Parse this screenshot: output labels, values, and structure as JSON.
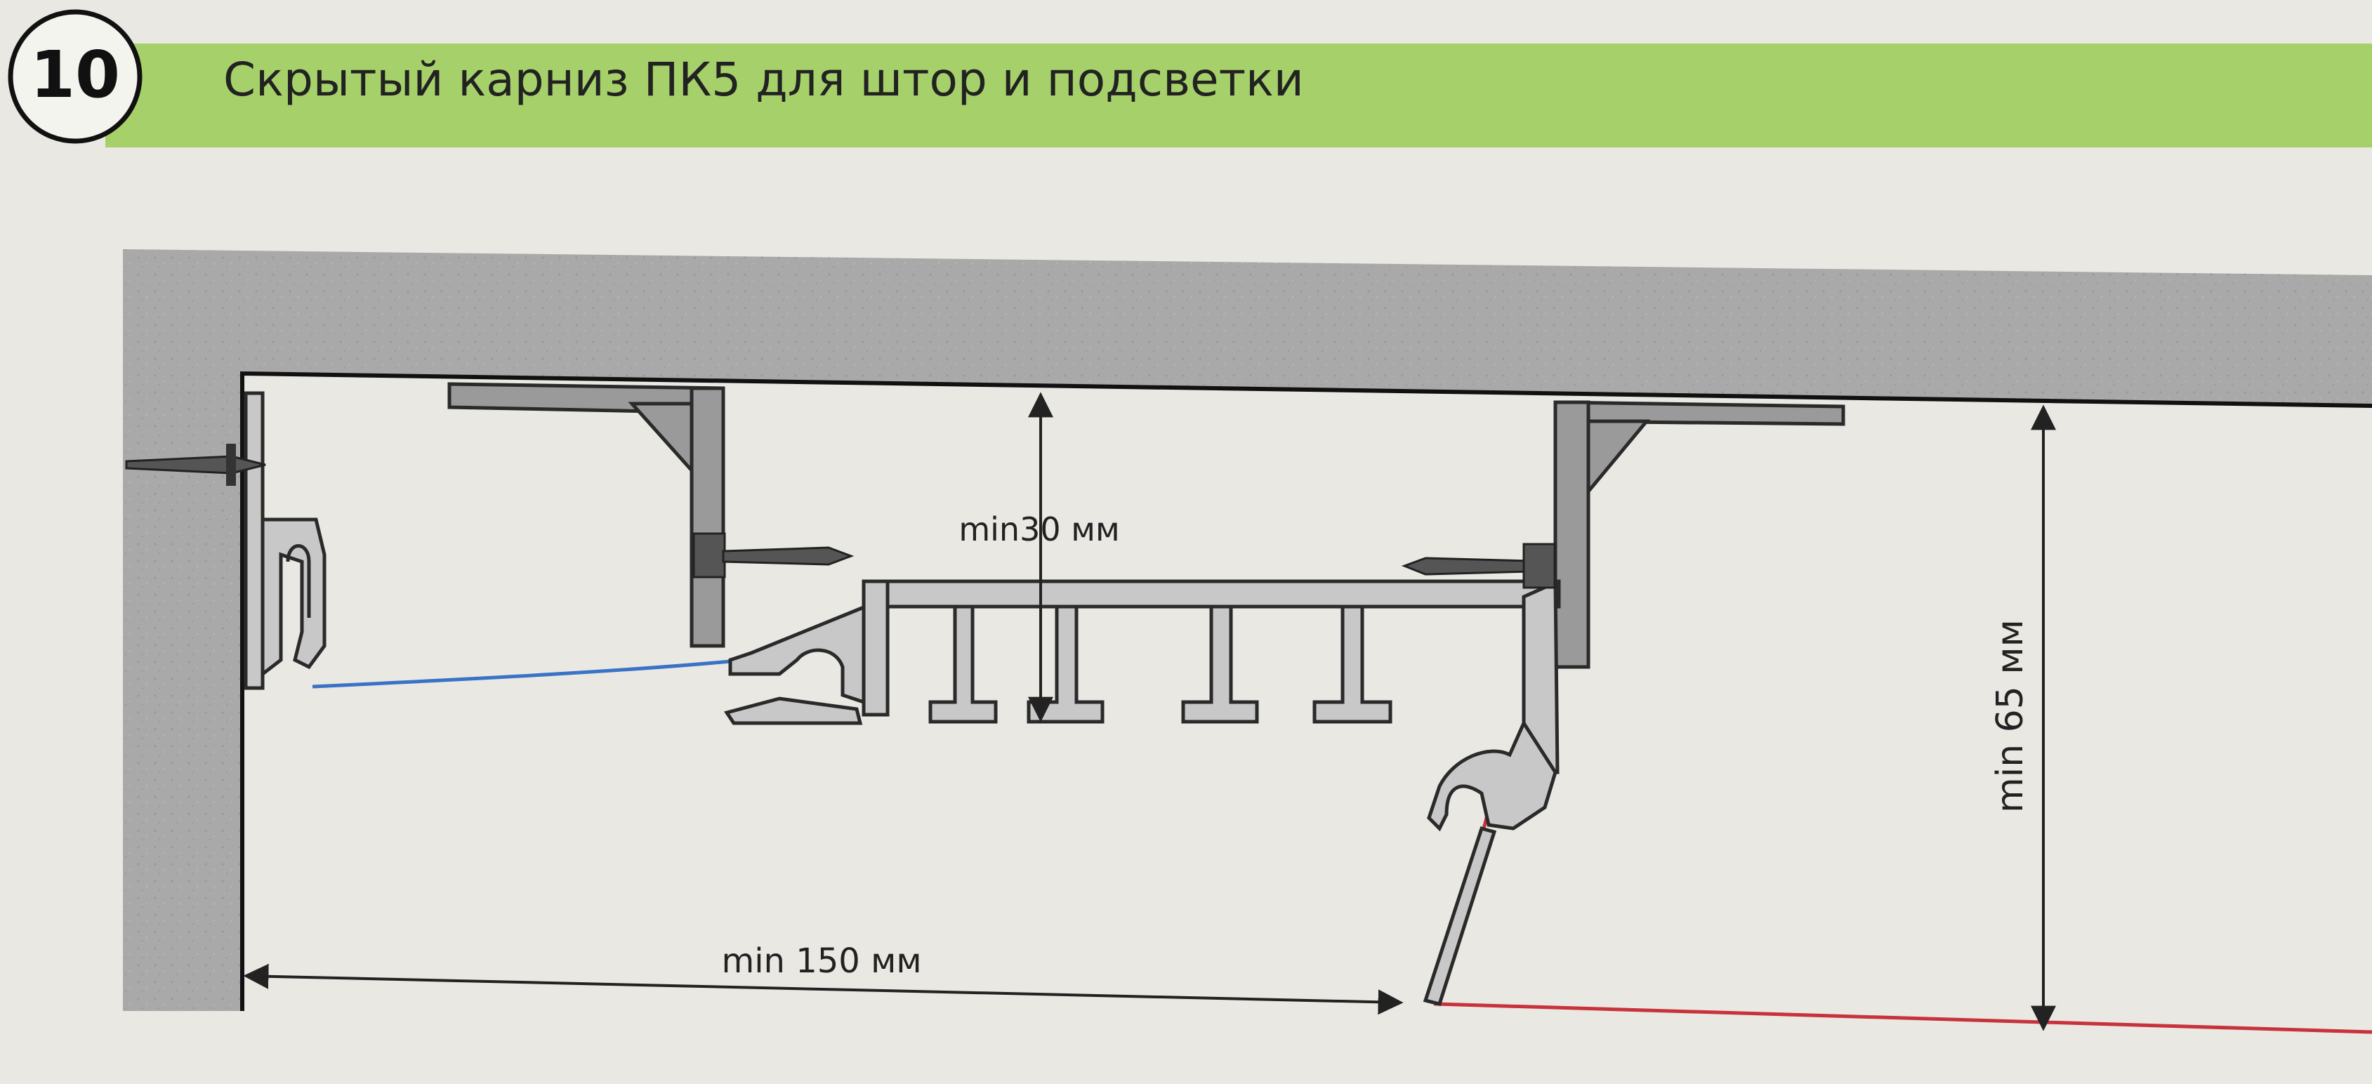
{
  "header": {
    "number": "10",
    "title": "Скрытый карниз ПК5 для штор и подсветки"
  },
  "dimensions": {
    "depth_min": "min30 мм",
    "width_min": "min 150 мм",
    "height_min": "min 65 мм"
  },
  "colors": {
    "banner": "#a6d16a",
    "concrete": "#a9a9a9",
    "profile": "#c8c8c8",
    "outline": "#2a2a2a",
    "blue_film": "#3a72c8",
    "red_film": "#c8323c",
    "paper": "#e9e8e2"
  }
}
